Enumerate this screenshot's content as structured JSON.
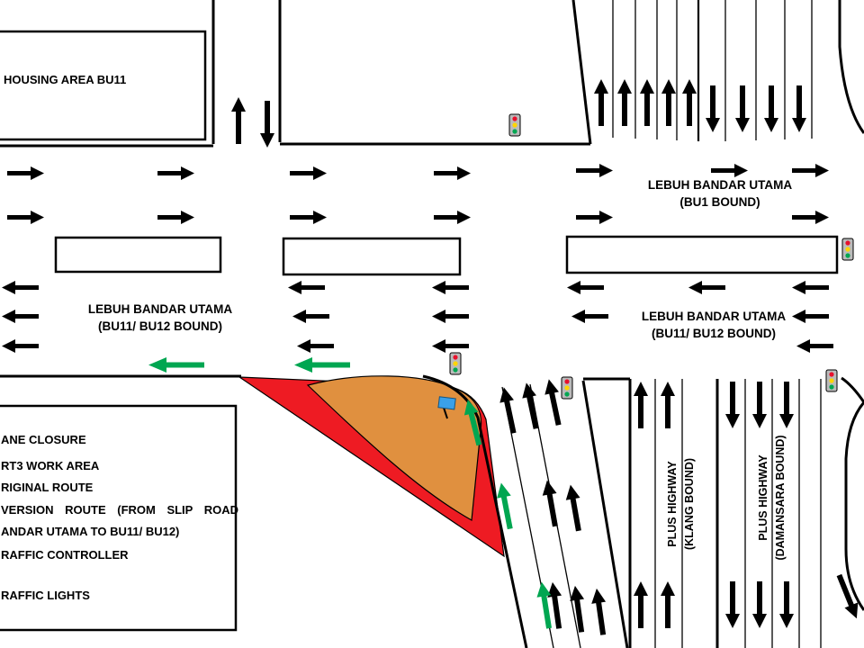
{
  "colors": {
    "closure-red": "#ee1b23",
    "work-orange": "#e0903f",
    "route-green": "#00a651",
    "controller-blue": "#3aa0e8",
    "light-red": "#e8112d",
    "light-yellow": "#ffd500",
    "light-green": "#00a651"
  },
  "areas": {
    "housing": "HOUSING AREA BU11"
  },
  "roads": {
    "bu1": {
      "name": "LEBUH BANDAR UTAMA",
      "direction": "(BU1 BOUND)"
    },
    "bu11_left": {
      "name": "LEBUH BANDAR UTAMA",
      "direction": "(BU11/ BU12 BOUND)"
    },
    "bu11_right": {
      "name": "LEBUH BANDAR UTAMA",
      "direction": "(BU11/ BU12 BOUND)"
    },
    "plus_klang": {
      "name": "PLUS HIGHWAY",
      "direction": "(KLANG BOUND)"
    },
    "plus_damansara": {
      "name": "PLUS HIGHWAY",
      "direction": "(DAMANSARA BOUND)"
    }
  },
  "legend": {
    "items": [
      {
        "id": "lane-closure",
        "label": "ANE CLOSURE"
      },
      {
        "id": "mrt3-work-area",
        "label": "RT3 WORK AREA"
      },
      {
        "id": "original-route",
        "label": "RIGINAL ROUTE"
      },
      {
        "id": "diversion-route",
        "label": "VERSION ROUTE (FROM SLIP ROAD",
        "label_line2": "ANDAR UTAMA TO BU11/ BU12)"
      },
      {
        "id": "traffic-controller",
        "label": "RAFFIC CONTROLLER"
      },
      {
        "id": "traffic-lights",
        "label": "RAFFIC LIGHTS"
      }
    ]
  }
}
